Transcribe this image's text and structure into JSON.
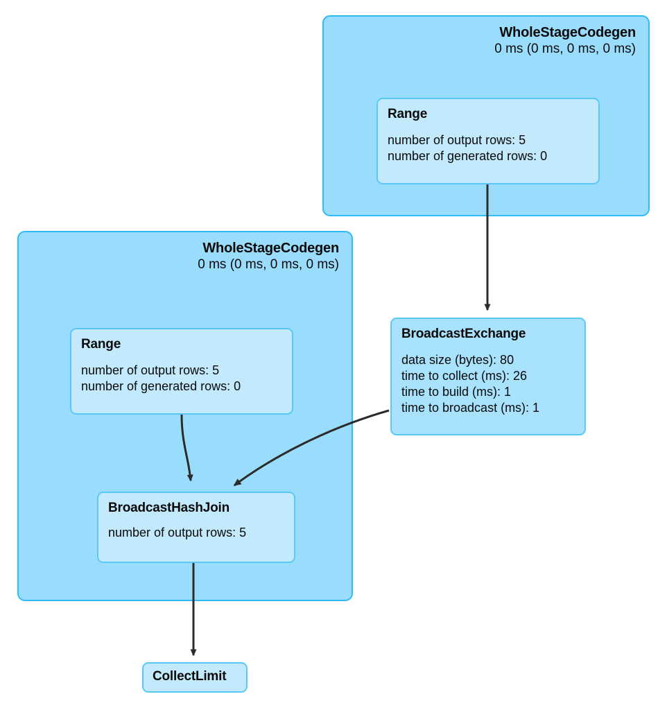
{
  "diagram": {
    "type": "spark-sql-physical-plan",
    "background_color": "#ffffff",
    "colors": {
      "stage_fill": "#9adcfb",
      "stage_border": "#2fbcf5",
      "node_fill_light": "#c3e9fc",
      "node_fill_mid": "#a9e2fc",
      "node_border": "#5ac8f5",
      "edge": "#2b2b2b",
      "text": "#0a0a0a"
    }
  },
  "stages": [
    {
      "id": "stage-top",
      "title": "WholeStageCodegen",
      "subtitle": "0 ms (0 ms, 0 ms, 0 ms)"
    },
    {
      "id": "stage-bottom",
      "title": "WholeStageCodegen",
      "subtitle": "0 ms (0 ms, 0 ms, 0 ms)"
    }
  ],
  "nodes": [
    {
      "id": "range-top",
      "title": "Range",
      "metrics": [
        "number of output rows: 5",
        "number of generated rows: 0"
      ]
    },
    {
      "id": "broadcast-exchange",
      "title": "BroadcastExchange",
      "metrics": [
        "data size (bytes): 80",
        "time to collect (ms): 26",
        "time to build (ms): 1",
        "time to broadcast (ms): 1"
      ]
    },
    {
      "id": "range-bottom",
      "title": "Range",
      "metrics": [
        "number of output rows: 5",
        "number of generated rows: 0"
      ]
    },
    {
      "id": "broadcast-hash-join",
      "title": "BroadcastHashJoin",
      "metrics": [
        "number of output rows: 5"
      ]
    },
    {
      "id": "collect-limit",
      "title": "CollectLimit",
      "metrics": []
    }
  ],
  "edges": [
    {
      "id": "edge-range-top-to-exchange",
      "from": "range-top",
      "to": "broadcast-exchange"
    },
    {
      "id": "edge-exchange-to-join",
      "from": "broadcast-exchange",
      "to": "broadcast-hash-join"
    },
    {
      "id": "edge-range-bottom-to-join",
      "from": "range-bottom",
      "to": "broadcast-hash-join"
    },
    {
      "id": "edge-join-to-collect-limit",
      "from": "broadcast-hash-join",
      "to": "collect-limit"
    }
  ]
}
